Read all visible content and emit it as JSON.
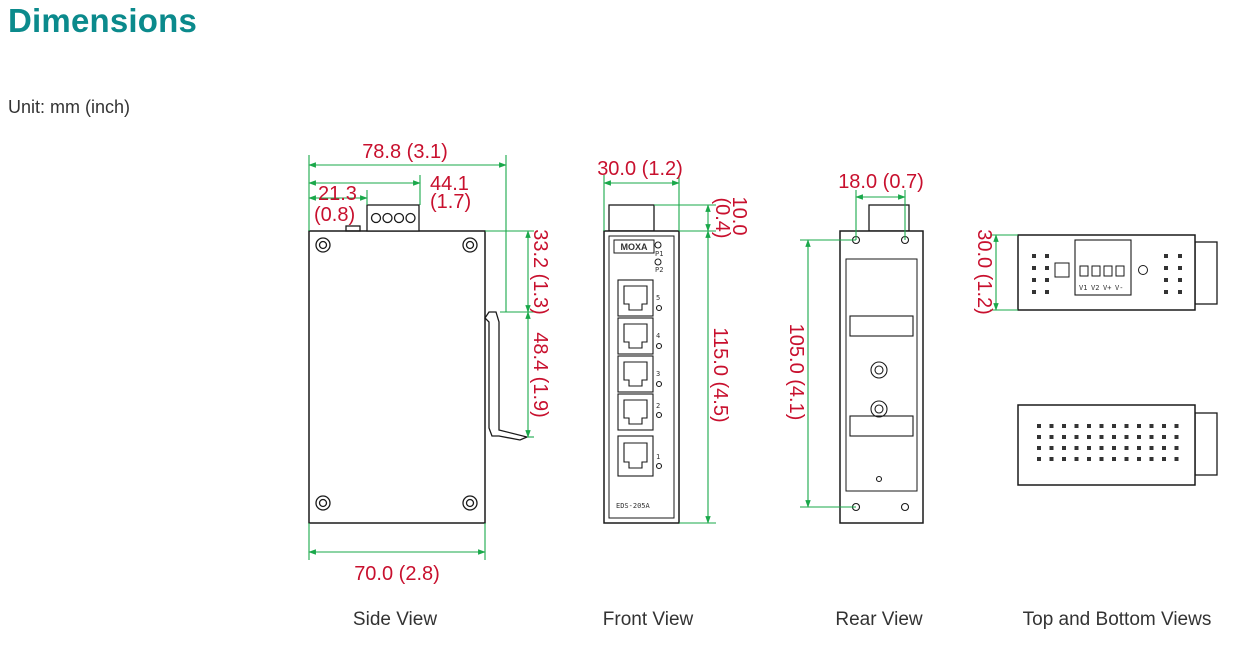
{
  "header": {
    "title": "Dimensions",
    "unit": "Unit: mm (inch)"
  },
  "side_view": {
    "caption": "Side View",
    "dims": {
      "width_total": "78.8 (3.1)",
      "offset_a": "21.3",
      "offset_a_inch": "(0.8)",
      "offset_b": "44.1",
      "offset_b_inch": "(1.7)",
      "width_body": "70.0 (2.8)",
      "height_upper": "33.2 (1.3)",
      "height_rail": "48.4 (1.9)"
    }
  },
  "front_view": {
    "caption": "Front View",
    "brand": "MOXA",
    "model": "EDS-205A",
    "led_labels": [
      "P1",
      "P2"
    ],
    "port_labels": [
      "5",
      "4",
      "3",
      "2",
      "1"
    ],
    "dims": {
      "width": "30.0 (1.2)",
      "top_height": "10.0",
      "top_height_inch": "(0.4)",
      "height": "115.0 (4.5)"
    }
  },
  "rear_view": {
    "caption": "Rear View",
    "dims": {
      "hole_spacing": "18.0 (0.7)",
      "height": "105.0 (4.1)"
    }
  },
  "top_bottom_view": {
    "caption": "Top and Bottom Views",
    "terminal_labels": [
      "V1",
      "V2",
      "V+",
      "V-"
    ],
    "dims": {
      "depth": "30.0 (1.2)"
    }
  },
  "colors": {
    "title": "#0b8a8c",
    "dimension": "#c8102e",
    "dimension_line": "#1aa84a",
    "outline": "#1a1a1a"
  }
}
